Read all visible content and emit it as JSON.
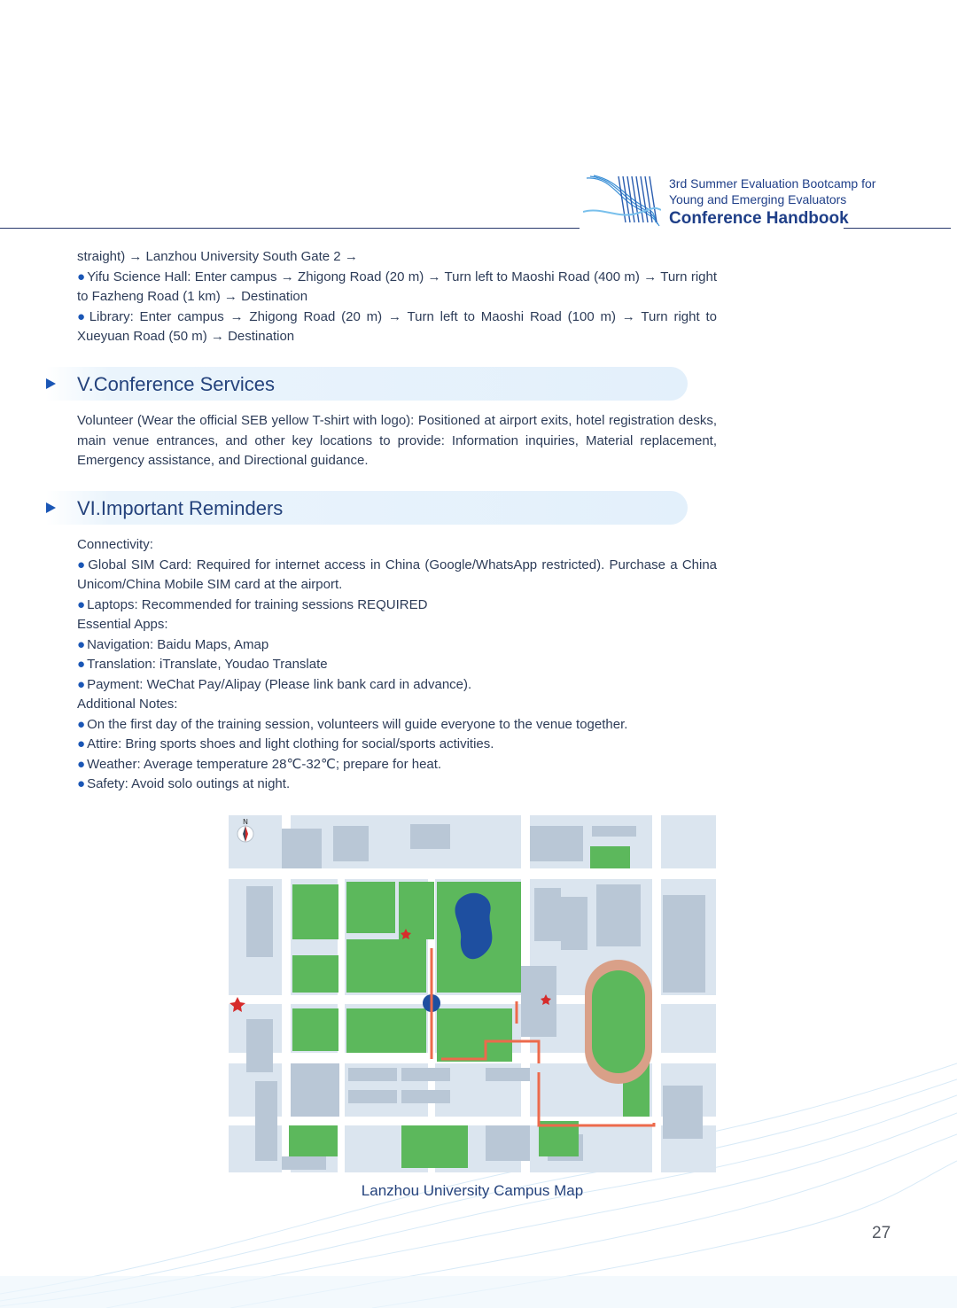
{
  "header": {
    "line1": "3rd Summer Evaluation Bootcamp for",
    "line2": "Young and Emerging Evaluators",
    "title": "Conference Handbook"
  },
  "directions": {
    "line0": "straight) → Lanzhou University South Gate 2 →",
    "yifu": "Yifu Science Hall: Enter campus → Zhigong Road (20 m) → Turn left to Maoshi Road (400 m) → Turn right to Fazheng Road (1 km) → Destination",
    "library": "Library: Enter campus → Zhigong Road (20 m) → Turn left to Maoshi Road (100 m) → Turn right to Xueyuan Road (50 m) → Destination"
  },
  "section5": {
    "title": "V.Conference Services",
    "body": "Volunteer (Wear the official SEB yellow T-shirt with logo): Positioned at airport exits, hotel registration desks, main venue entrances, and other key locations to provide: Information inquiries, Material replacement, Emergency assistance, and Directional guidance."
  },
  "section6": {
    "title": "VI.Important Reminders",
    "connectivity_label": "Connectivity:",
    "sim": "Global SIM Card: Required for internet access in China (Google/WhatsApp restricted). Purchase a China Unicom/China Mobile SIM card at the airport.",
    "laptops": "Laptops: Recommended for training sessions REQUIRED",
    "apps_label": "Essential Apps:",
    "navigation": "Navigation: Baidu Maps, Amap",
    "translation": "Translation: iTranslate, Youdao Translate",
    "payment": "Payment: WeChat Pay/Alipay (Please link bank card in advance).",
    "notes_label": "Additional Notes:",
    "first_day": "On the first day of the training session, volunteers will guide everyone to the venue together.",
    "attire": "Attire: Bring sports shoes and light clothing for social/sports activities.",
    "weather": "Weather: Average temperature 28℃-32℃; prepare for heat.",
    "safety": "Safety: Avoid solo outings at night."
  },
  "map": {
    "north": "N",
    "caption": "Lanzhou University Campus Map",
    "colors": {
      "green": "#5cb85c",
      "building": "#b9c7d6",
      "road": "#ffffff",
      "route": "#ec6a4c",
      "track": "#d9a088"
    }
  },
  "page": {
    "number": "27"
  }
}
